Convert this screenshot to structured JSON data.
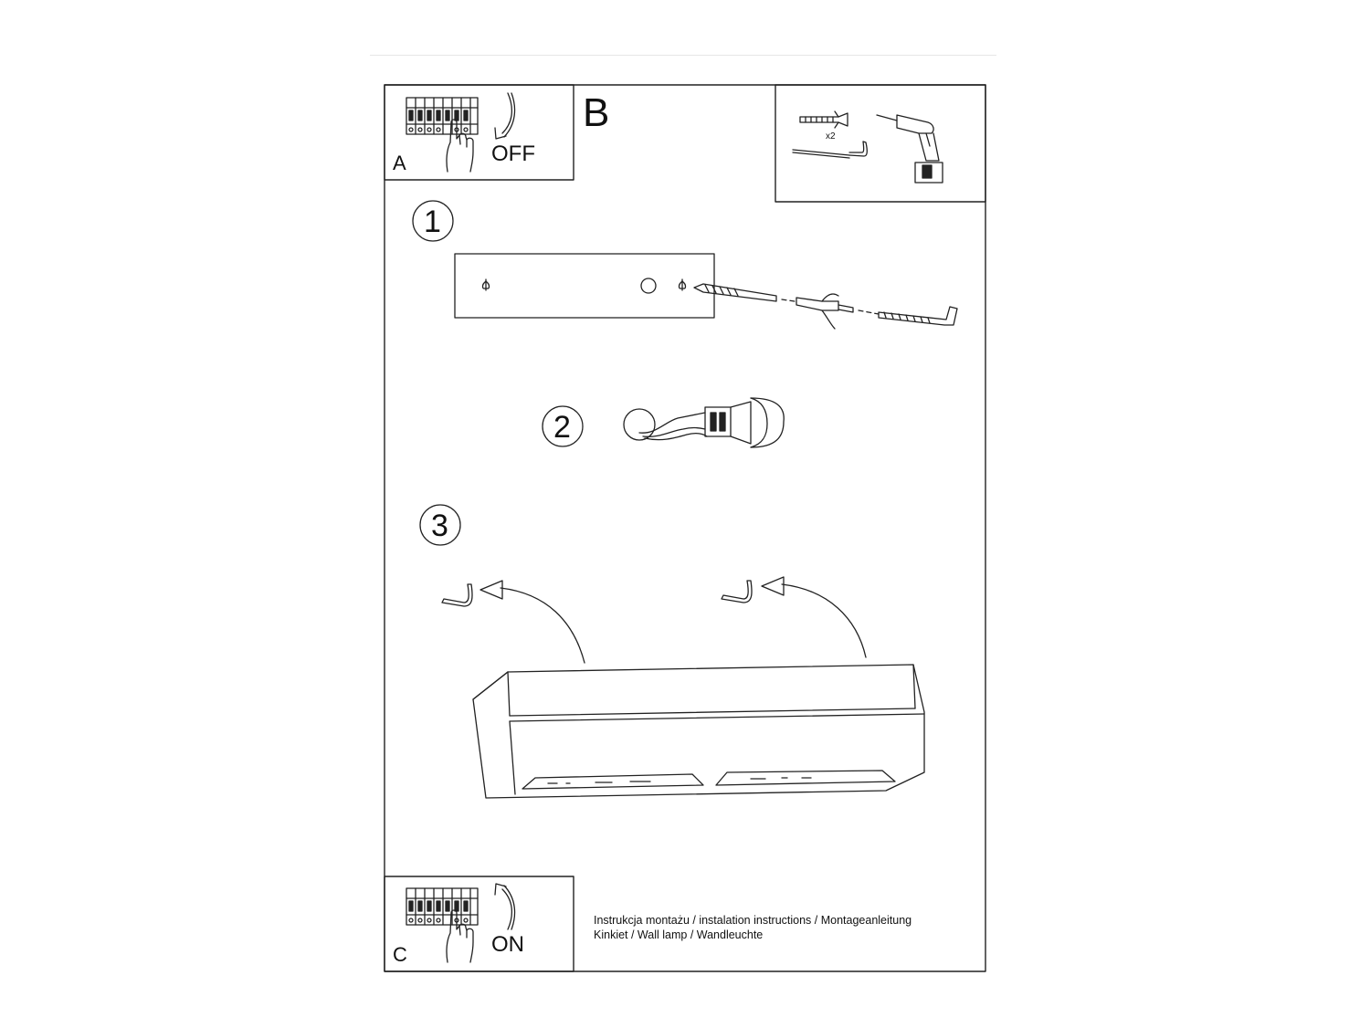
{
  "panels": {
    "power_off": {
      "letter": "A",
      "state": "OFF"
    },
    "power_on": {
      "letter": "C",
      "state": "ON"
    },
    "tools": {
      "letter": "B",
      "quantity": "x2"
    }
  },
  "steps": [
    {
      "number": "1"
    },
    {
      "number": "2"
    },
    {
      "number": "3"
    }
  ],
  "footer": {
    "line1": "Instrukcja montażu / instalation instructions / Montageanleitung",
    "line2": "Kinkiet / Wall lamp / Wandleuchte"
  }
}
